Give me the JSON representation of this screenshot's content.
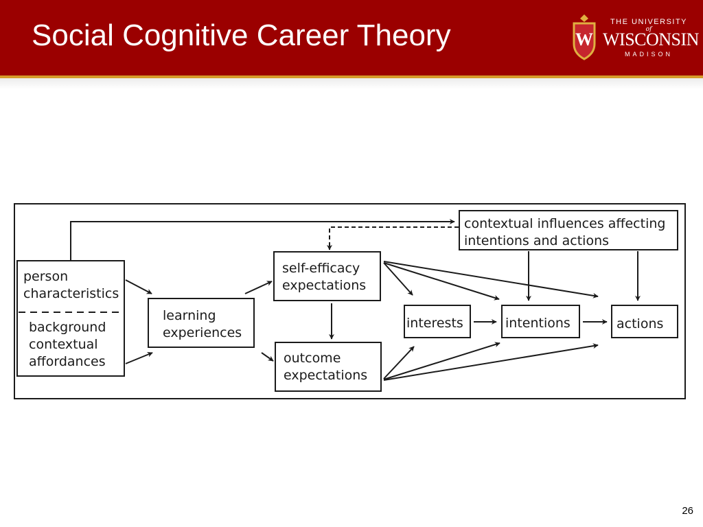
{
  "slide": {
    "title": "Social Cognitive Career Theory",
    "page_number": "26"
  },
  "logo": {
    "line1": "THE UNIVERSITY",
    "of": "of",
    "line2": "WISCONSIN",
    "line3": "MADISON",
    "crest_letter": "W"
  },
  "diagram": {
    "nodes": {
      "person": {
        "line1": "person",
        "line2": "characteristics"
      },
      "background": {
        "line1": "background",
        "line2": "contextual",
        "line3": "affordances"
      },
      "learning": {
        "line1": "learning",
        "line2": "experiences"
      },
      "self_efficacy": {
        "line1": "self-efficacy",
        "line2": "expectations"
      },
      "outcome": {
        "line1": "outcome",
        "line2": "expectations"
      },
      "contextual": {
        "line1": "contextual influences affecting",
        "line2": "intentions and actions"
      },
      "interests": {
        "label": "interests"
      },
      "intentions": {
        "label": "intentions"
      },
      "actions": {
        "label": "actions"
      }
    }
  },
  "colors": {
    "header_red": "#9b0000",
    "header_gold": "#d59a2a",
    "ink": "#1a1a1a"
  }
}
